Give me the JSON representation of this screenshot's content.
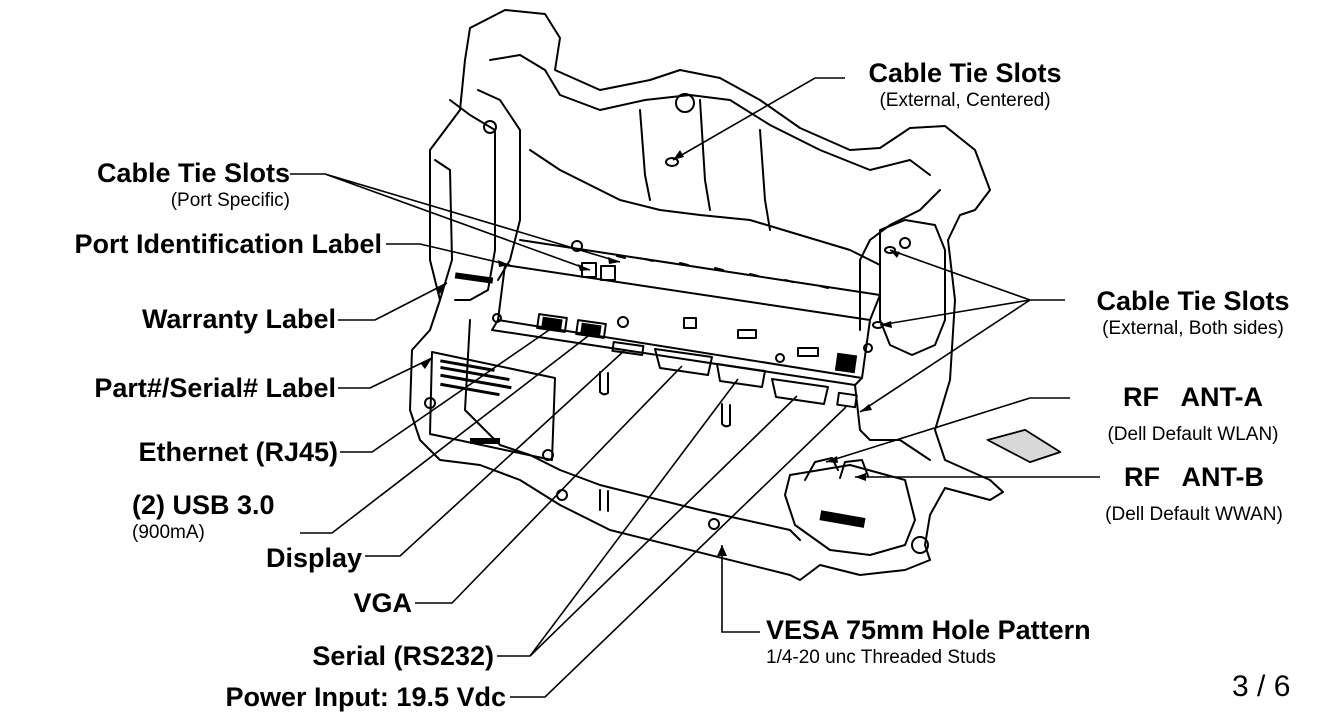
{
  "callouts": {
    "cable_tie_centered": {
      "title": "Cable Tie Slots",
      "subtitle": "(External, Centered)"
    },
    "cable_tie_port": {
      "title": "Cable Tie Slots",
      "subtitle": "(Port Specific)"
    },
    "port_id_label": {
      "title": "Port Identification Label"
    },
    "warranty_label": {
      "title": "Warranty Label"
    },
    "cable_tie_both": {
      "title": "Cable Tie Slots",
      "subtitle": "(External, Both sides)"
    },
    "part_serial_label": {
      "title": "Part#/Serial# Label"
    },
    "rf_ant_a": {
      "title": "RF   ANT-A",
      "subtitle": "(Dell Default WLAN)"
    },
    "ethernet": {
      "title": "Ethernet (RJ45)"
    },
    "rf_ant_b": {
      "title": "RF   ANT-B",
      "subtitle": "(Dell Default WWAN)"
    },
    "usb": {
      "title": "(2) USB 3.0",
      "subtitle": "(900mA)"
    },
    "display": {
      "title": "Display"
    },
    "vga": {
      "title": "VGA"
    },
    "vesa": {
      "title": "VESA 75mm Hole Pattern",
      "subtitle": "1/4-20 unc Threaded Studs"
    },
    "serial": {
      "title": "Serial (RS232)"
    },
    "power": {
      "title": "Power Input: 19.5 Vdc"
    }
  },
  "page_number": "3 / 6",
  "colors": {
    "ink": "#000000",
    "paper": "#ffffff",
    "shade": "#d8d8d8"
  }
}
